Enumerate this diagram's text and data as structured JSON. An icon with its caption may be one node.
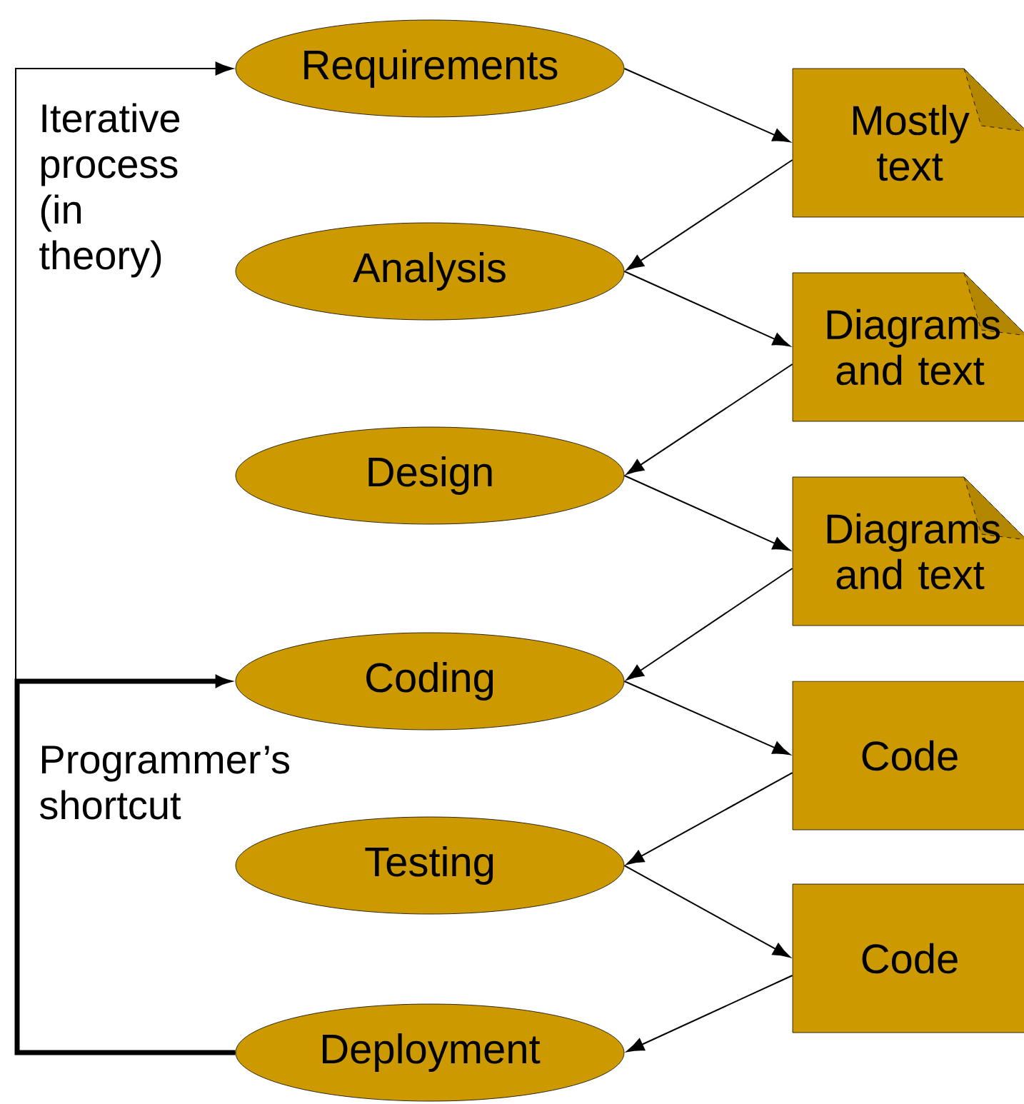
{
  "diagram": {
    "nodes": [
      {
        "text": [
          "Requirements"
        ]
      },
      {
        "text": [
          "Analysis"
        ]
      },
      {
        "text": [
          "Design"
        ]
      },
      {
        "text": [
          "Coding"
        ]
      },
      {
        "text": [
          "Testing"
        ]
      },
      {
        "text": [
          "Deployment"
        ]
      },
      {
        "text": [
          "Mostly text"
        ]
      },
      {
        "text": [
          "Diagrams and text"
        ]
      },
      {
        "text": [
          "Diagrams and text"
        ]
      },
      {
        "text": [
          "Code"
        ]
      },
      {
        "text": [
          "Code"
        ]
      }
    ],
    "edges": [
      {
        "from": 0,
        "to": 6,
        "arrow": "to"
      },
      {
        "from": 6,
        "to": 1,
        "arrow": "to"
      },
      {
        "from": 1,
        "to": 7,
        "arrow": "to"
      },
      {
        "from": 7,
        "to": 2,
        "arrow": "to"
      },
      {
        "from": 2,
        "to": 8,
        "arrow": "to"
      },
      {
        "from": 8,
        "to": 3,
        "arrow": "to"
      },
      {
        "from": 3,
        "to": 9,
        "arrow": "to"
      },
      {
        "from": 9,
        "to": 4,
        "arrow": "to"
      },
      {
        "from": 4,
        "to": 10,
        "arrow": "to"
      },
      {
        "from": 10,
        "to": 5,
        "arrow": "to"
      },
      {
        "from": 5,
        "to": 0,
        "arrow": "to"
      },
      {
        "from": 5,
        "to": 3,
        "arrow": "to",
        "style": "thick"
      }
    ],
    "labels": [
      "Iterative process (in theory)",
      "Programmer’s shortcut"
    ]
  }
}
